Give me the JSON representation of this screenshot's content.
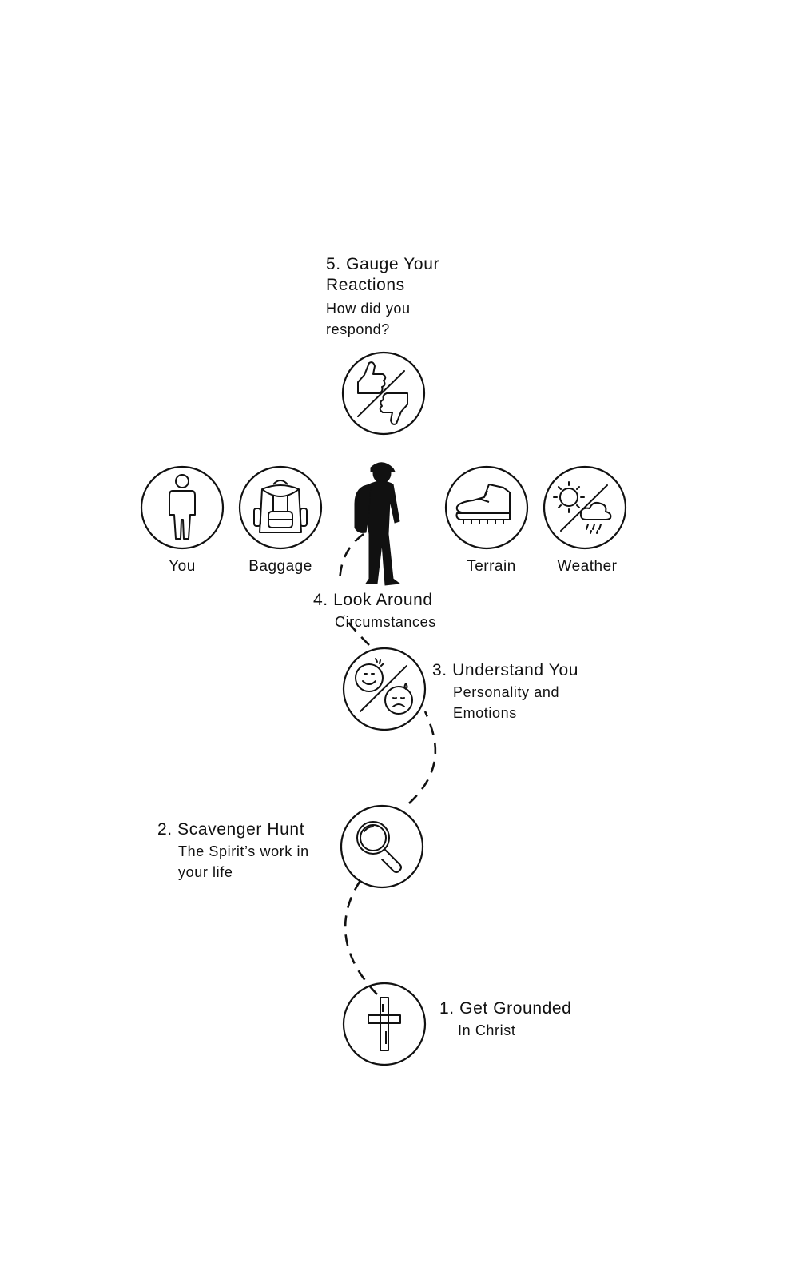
{
  "steps": [
    {
      "title": "5. Gauge Your Reactions",
      "title_line1": "5. Gauge Your",
      "title_line2": "Reactions",
      "sub_line1": "How did you",
      "sub_line2": "respond?",
      "icon": "thumbs-up-down-icon"
    },
    {
      "title": "4. Look Around",
      "sub": "Circumstances",
      "icon": "hiker-icon"
    },
    {
      "title": "3. Understand You",
      "sub_line1": "Personality and",
      "sub_line2": "Emotions",
      "icon": "happy-sad-faces-icon"
    },
    {
      "title": "2. Scavenger Hunt",
      "sub_line1": "The Spirit’s work in",
      "sub_line2": "your life",
      "icon": "magnifying-glass-icon"
    },
    {
      "title": "1. Get Grounded",
      "sub": "In Christ",
      "icon": "cross-icon"
    }
  ],
  "circumstances": [
    {
      "label": "You",
      "icon": "person-icon"
    },
    {
      "label": "Baggage",
      "icon": "backpack-icon"
    },
    {
      "label": "Terrain",
      "icon": "boot-icon"
    },
    {
      "label": "Weather",
      "icon": "sun-rain-icon"
    }
  ],
  "colors": {
    "stroke": "#111111",
    "background": "#ffffff"
  }
}
